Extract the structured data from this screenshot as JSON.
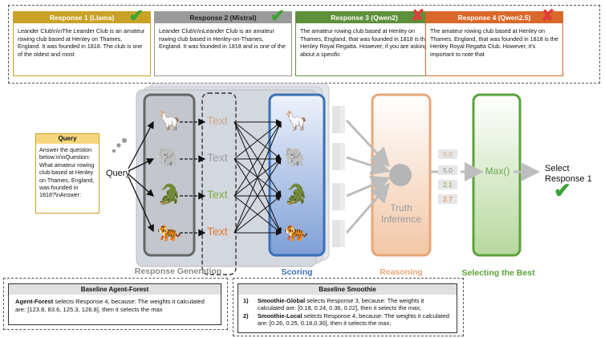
{
  "responses": [
    {
      "title": "Response 1 (Llama)",
      "color": "#c9a227",
      "status": "correct",
      "text": "Leander Club\\n\\nThe Leander Club is an amateur rowing club based at Henley on Thames, England. It was founded in 1818. The club is one of the oldest and most"
    },
    {
      "title": "Response 2 (Mistral)",
      "color": "#9a9a9a",
      "status": "correct",
      "text": "Leander Club\\n\\nLeander Club is an amateur rowing club based in Henley-on-Thames, England. It was founded in 1818 and is one of the"
    },
    {
      "title": "Response 3 (Qwen2)",
      "color": "#5e8f3a",
      "status": "wrong",
      "text": "The amateur rowing club based at Henley on Thames, England, that was founded in 1818 is the Henley Royal Regatta. However, if you are asking about a specific"
    },
    {
      "title": "Response 4 (Qwen2.5)",
      "color": "#d9692a",
      "status": "wrong",
      "text": "The amateur rowing club based at Henley on Thames, England, that was founded in 1818 is the Henley Royal Regatta Club. However, it's important to note that"
    }
  ],
  "query_box": {
    "title": "Query",
    "text": "Answer the question below.\\n\\nQuestion: What amateur rowing club based at Henley on Thames, England, was founded in 1818?\\nAnswer:"
  },
  "query_label": "Query",
  "text_labels": [
    {
      "label": "Text",
      "color": "#c9a88a"
    },
    {
      "label": "Text",
      "color": "#a0a0a0"
    },
    {
      "label": "Text",
      "color": "#7cae3e"
    },
    {
      "label": "Text",
      "color": "#e07a2f"
    }
  ],
  "animals": [
    "llama-icon",
    "elephant-icon",
    "crocodile-icon",
    "tiger-icon"
  ],
  "truth_inference": "Truth\nInference",
  "scores": [
    "5.0",
    "5.0",
    "2.1",
    "2.7"
  ],
  "score_colors": [
    "#c9a88a",
    "#888888",
    "#7cae3e",
    "#e07a2f"
  ],
  "max_label": "Max()",
  "select_label": "Select\nResponse 1",
  "panels": {
    "generation": "Response Generation",
    "scoring": "Scoring",
    "reasoning": "Reasoning",
    "selecting": "Selecting the Best"
  },
  "baseline_forest": {
    "title": "Baseline Agent-Forest",
    "name": "Agent-Forest",
    "text": " selects Response 4, because: The weights it calculated are: [123.8, 83.6, 125.3, 126.8], then it selects the max"
  },
  "baseline_smoothie": {
    "title": "Baseline Smoothie",
    "items": [
      {
        "num": "1)",
        "name": "Smoothie-Global",
        "text": " selects Response 3, because: The weights it calculated are: [0.18, 0.24, 0.36, 0.22], then it selects the max;"
      },
      {
        "num": "2)",
        "name": "Smoothie-Local",
        "text": " selects Response 4, because: The weights it calculated are: [0.26, 0.25, 0.18,0.30], then it selects the max;"
      }
    ]
  }
}
